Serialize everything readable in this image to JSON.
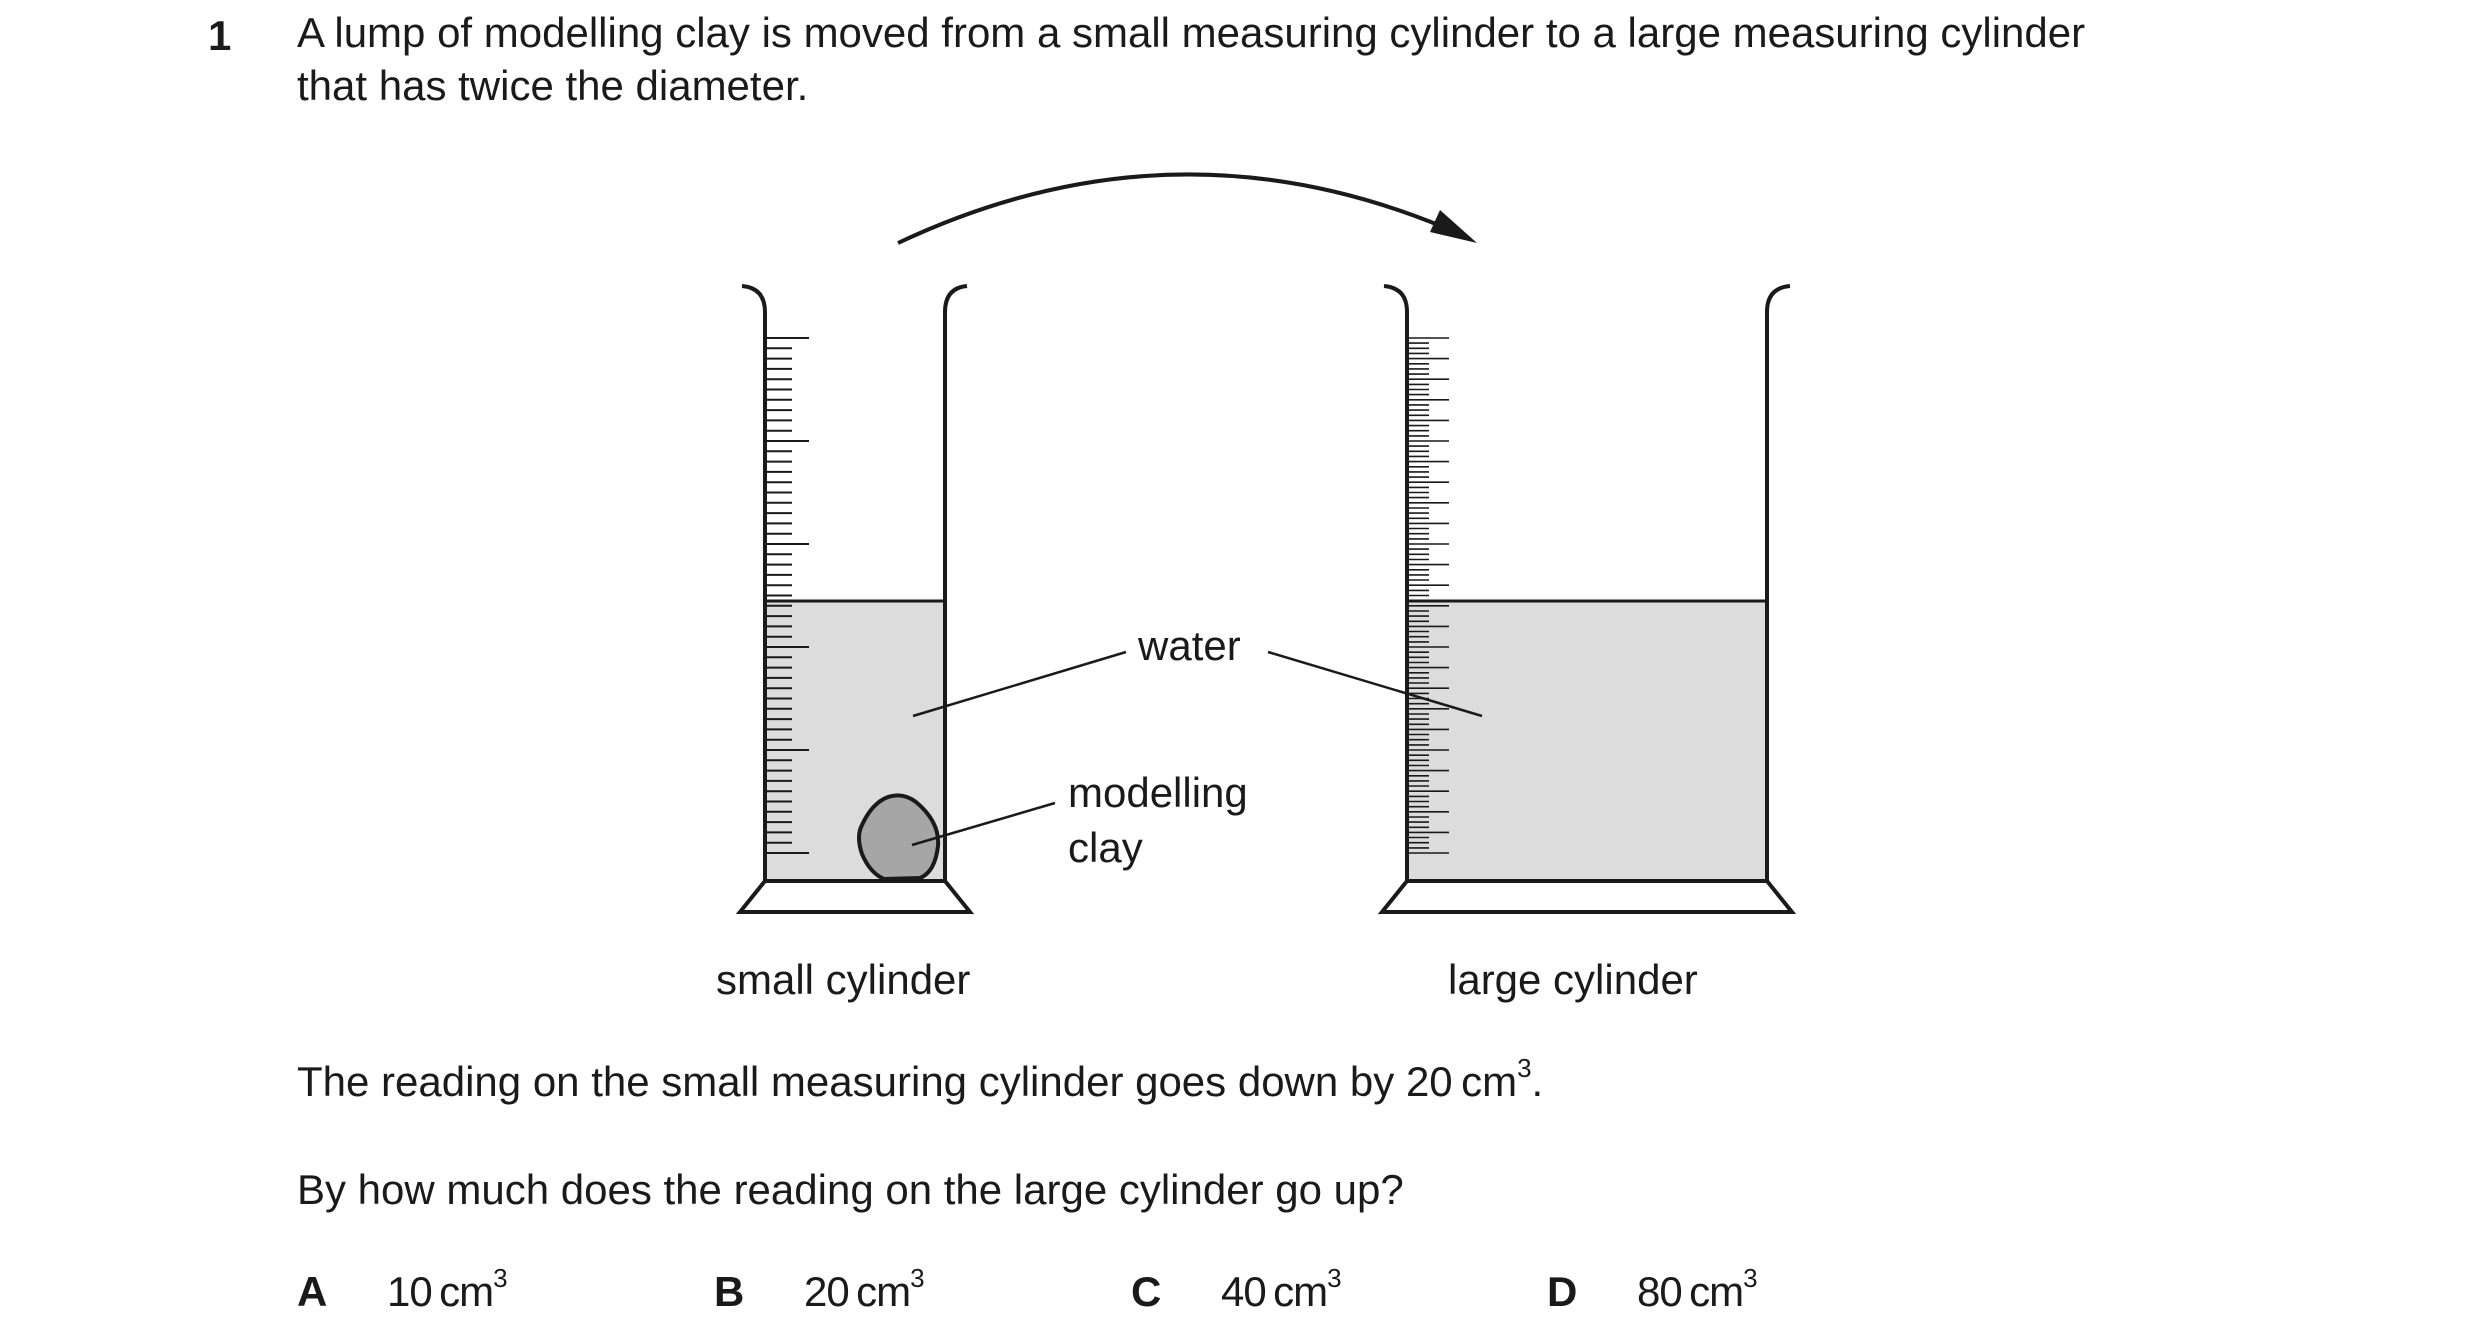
{
  "question": {
    "number": "1",
    "stem_line1": "A lump of modelling clay is moved from a small measuring cylinder to a large measuring cylinder",
    "stem_line2": "that has twice the diameter."
  },
  "diagram": {
    "label_water": "water",
    "label_clay_line1": "modelling",
    "label_clay_line2": "clay",
    "label_small": "small cylinder",
    "label_large": "large cylinder",
    "colors": {
      "outline": "#1a1a1a",
      "water": "#dcdcdc",
      "clay": "#a6a6a6"
    }
  },
  "body": {
    "reading_text": "The reading on the small measuring cylinder goes down by 20 cm",
    "reading_unit_power": "3",
    "reading_end": ".",
    "question_text": "By how much does the reading on the large cylinder go up?"
  },
  "options": [
    {
      "letter": "A",
      "value": "10 cm",
      "power": "3"
    },
    {
      "letter": "B",
      "value": "20 cm",
      "power": "3"
    },
    {
      "letter": "C",
      "value": "40 cm",
      "power": "3"
    },
    {
      "letter": "D",
      "value": "80 cm",
      "power": "3"
    }
  ]
}
